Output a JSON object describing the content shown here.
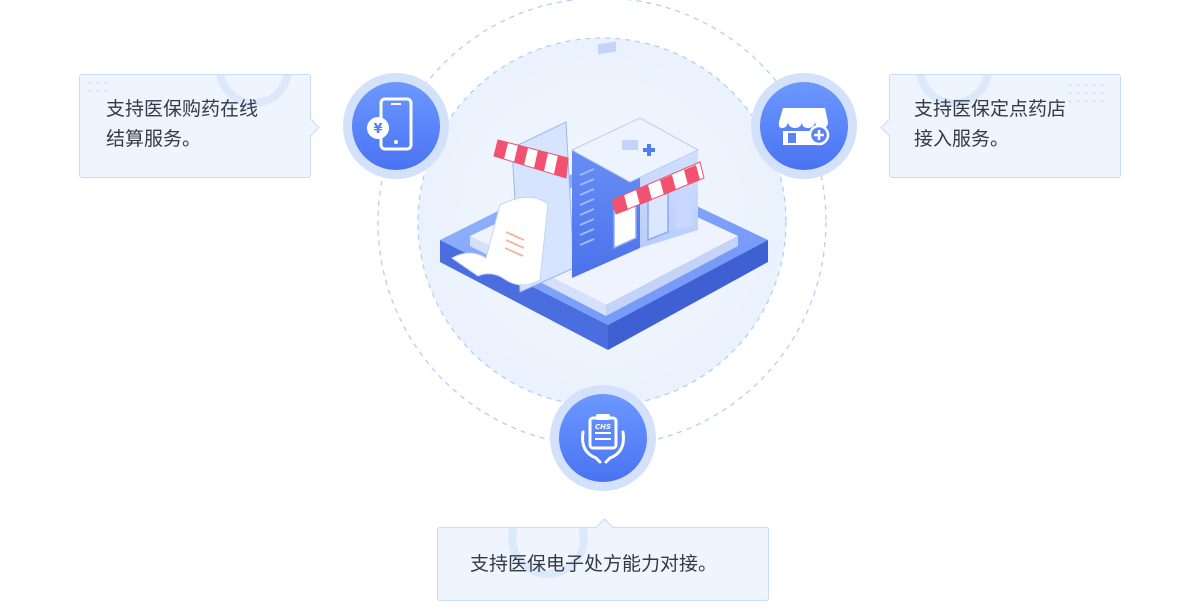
{
  "features": {
    "left": {
      "lines": [
        "支持医保购药在线",
        "结算服务。"
      ],
      "icon": "mobile-payment-yuan-icon"
    },
    "right": {
      "lines": [
        "支持医保定点药店",
        "接入服务。"
      ],
      "icon": "pharmacy-store-plus-icon"
    },
    "bottom": {
      "lines": [
        "支持医保电子处方能力对接。"
      ],
      "icon": "e-prescription-clipboard-icon",
      "badge": "CHS"
    }
  },
  "center_illustration": "isometric-pharmacy-building-illustration",
  "colors": {
    "accent": "#4f7cf7",
    "accent_light": "#6b96ff",
    "card_bg": "#eef5fe",
    "card_border": "#c6dcf7",
    "text": "#333a45",
    "awning_red": "#f0526f",
    "dashed_circle": "#b3d0f3"
  }
}
